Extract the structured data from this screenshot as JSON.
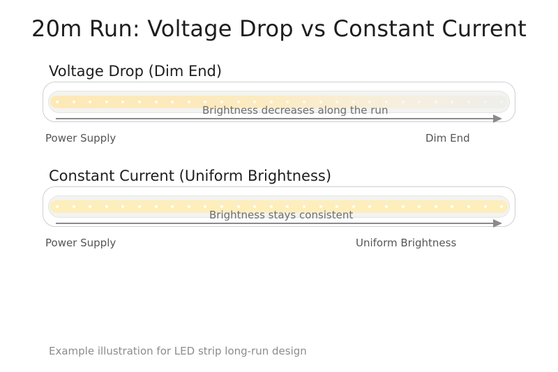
{
  "title": "20m Run: Voltage Drop vs Constant Current",
  "sections": [
    {
      "heading": "Voltage Drop (Dim End)",
      "caption": "Brightness decreases along the run",
      "start_label": "Power Supply",
      "end_label": "Dim End",
      "brightness": "decreasing"
    },
    {
      "heading": "Constant Current (Uniform Brightness)",
      "caption": "Brightness stays consistent",
      "start_label": "Power Supply",
      "end_label": "Uniform Brightness",
      "brightness": "uniform"
    }
  ],
  "footnote": "Example illustration for LED strip long-run design",
  "colors": {
    "strip_warm": "#fdeebc",
    "strip_dim": "#eeeeea",
    "arrow": "#8a8a8a",
    "frame": "#cfcfcf"
  }
}
